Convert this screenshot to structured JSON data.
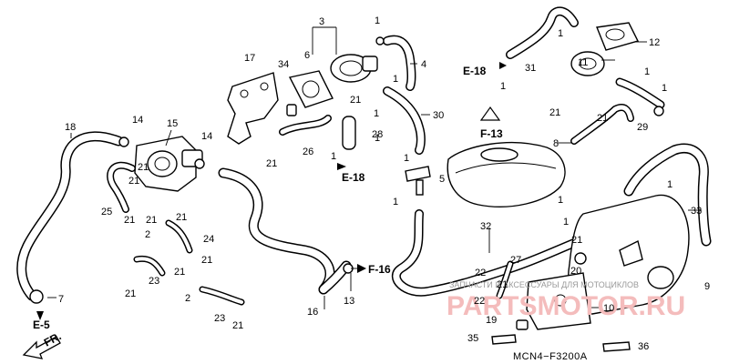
{
  "diagram_code": "MCN4−F3200A",
  "front_label": "FR.",
  "watermark": {
    "text": "ЗАПЧАСТИ И АКСЕССУАРЫ ДЛЯ МОТОЦИКЛОВ",
    "logo": "PARTSMOTOR.RU"
  },
  "refs": {
    "e18_top": "E-18",
    "e18_mid": "E-18",
    "f13": "F-13",
    "f16": "F-16",
    "e5": "E-5"
  },
  "labels": {
    "p1_a": "1",
    "p1_b": "1",
    "p1_c": "1",
    "p1_d": "1",
    "p1_e": "1",
    "p1_f": "1",
    "p1_g": "1",
    "p1_h": "1",
    "p1_i": "1",
    "p1_j": "1",
    "p1_k": "1",
    "p2_a": "2",
    "p2_b": "2",
    "p3": "3",
    "p4": "4",
    "p5": "5",
    "p6": "6",
    "p7": "7",
    "p8": "8",
    "p9": "9",
    "p10": "10",
    "p11": "11",
    "p12": "12",
    "p13": "13",
    "p14_a": "14",
    "p14_b": "14",
    "p15": "15",
    "p16": "16",
    "p17": "17",
    "p18": "18",
    "p19": "19",
    "p20": "20",
    "p21_a": "21",
    "p21_b": "21",
    "p21_c": "21",
    "p21_d": "21",
    "p21_e": "21",
    "p21_f": "21",
    "p21_g": "21",
    "p21_h": "21",
    "p21_i": "21",
    "p21_j": "21",
    "p21_k": "21",
    "p21_l": "21",
    "p21_m": "21",
    "p21_n": "21",
    "p21_o": "21",
    "p22_a": "22",
    "p22_b": "22",
    "p23_a": "23",
    "p23_b": "23",
    "p24": "24",
    "p25": "25",
    "p26": "26",
    "p27": "27",
    "p28": "28",
    "p29": "29",
    "p30": "30",
    "p31": "31",
    "p32": "32",
    "p33": "33",
    "p34": "34",
    "p35": "35",
    "p36": "36"
  }
}
